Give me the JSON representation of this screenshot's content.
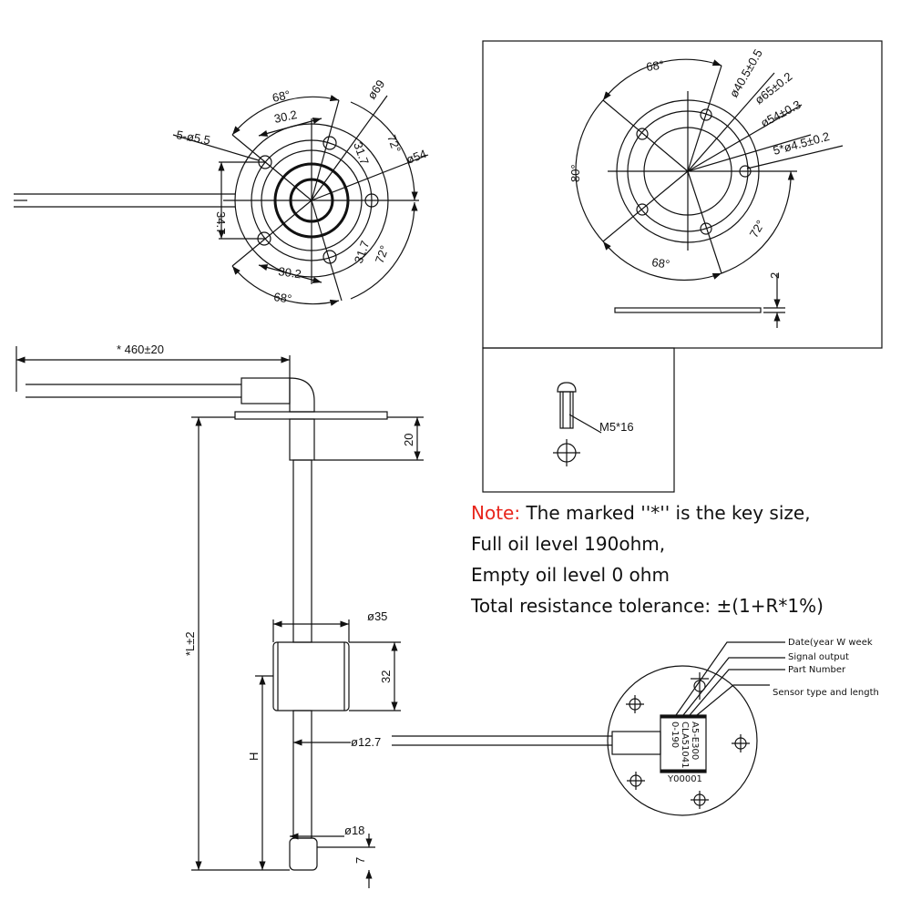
{
  "flange_view": {
    "angle_top": "68°",
    "angle_bottom": "68°",
    "angle_right_top": "72°",
    "angle_right_bottom": "72°",
    "chord_top": "30.2",
    "chord_bottom": "30.2",
    "chord_right_top": "31.7",
    "chord_right_bottom": "31.7",
    "holes": "5-ø5.5",
    "diameter_outer": "ø69",
    "diameter_bolt": "ø54",
    "height": "34.7"
  },
  "mounting_view": {
    "angle_top": "68°",
    "angle_bottom": "68°",
    "angle_left": "80°",
    "angle_right": "72°",
    "d1": "ø40.5±0.5",
    "d2": "ø65±0.2",
    "d3": "ø54±0.3",
    "holes": "5*ø4.5±0.2",
    "thickness": "2"
  },
  "screw_view": {
    "label": "M5*16"
  },
  "note": {
    "prefix": "Note:",
    "line1": " The marked ''*'' is the key size,",
    "line2": "Full oil level 190ohm,",
    "line3": "Empty oil level 0 ohm",
    "line4": "Total resistance tolerance: ±(1+R*1%)"
  },
  "side_view": {
    "cable_length": "* 460±20",
    "flange_height": "20",
    "length": "*L±2",
    "float_diameter": "ø35",
    "float_height": "32",
    "float_position": "H",
    "rod_diameter": "ø12.7",
    "cap_diameter": "ø18",
    "cap_height": "7"
  },
  "head_view": {
    "labels": [
      "Date(year W week",
      "Signal output",
      "Part Number",
      "Sensor type and length"
    ],
    "chip_lines": [
      "A5-E300",
      "CLA51041",
      "0-190"
    ],
    "serial": "Y00001"
  }
}
